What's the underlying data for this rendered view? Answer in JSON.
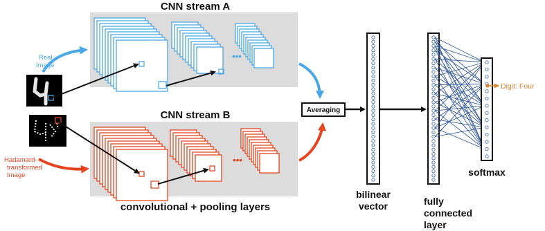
{
  "stream_a": {
    "title": "CNN stream A",
    "ellipsis": "•••",
    "color": "#4aa8e8"
  },
  "stream_b": {
    "title": "CNN stream B",
    "ellipsis": "•••",
    "color": "#e8431f"
  },
  "inputs": {
    "real_line1": "Real",
    "real_line2": "Image",
    "hada_line1": "Hadamard-",
    "hada_line2": "transformed",
    "hada_line3": "Image"
  },
  "averaging_label": "Averaging",
  "caption": "convolutional + pooling layers",
  "bilinear": {
    "line1": "bilinear",
    "line2": "vector"
  },
  "fully_connected": {
    "line1": "fully",
    "line2": "connected",
    "line3": "layer"
  },
  "softmax_label": "softmax",
  "output_label": "Digit: Four",
  "colors": {
    "panel": "#dcdcdc",
    "neuron": "#5b7fb5",
    "connection": "#3a5fa0",
    "output": "#d9822b"
  }
}
